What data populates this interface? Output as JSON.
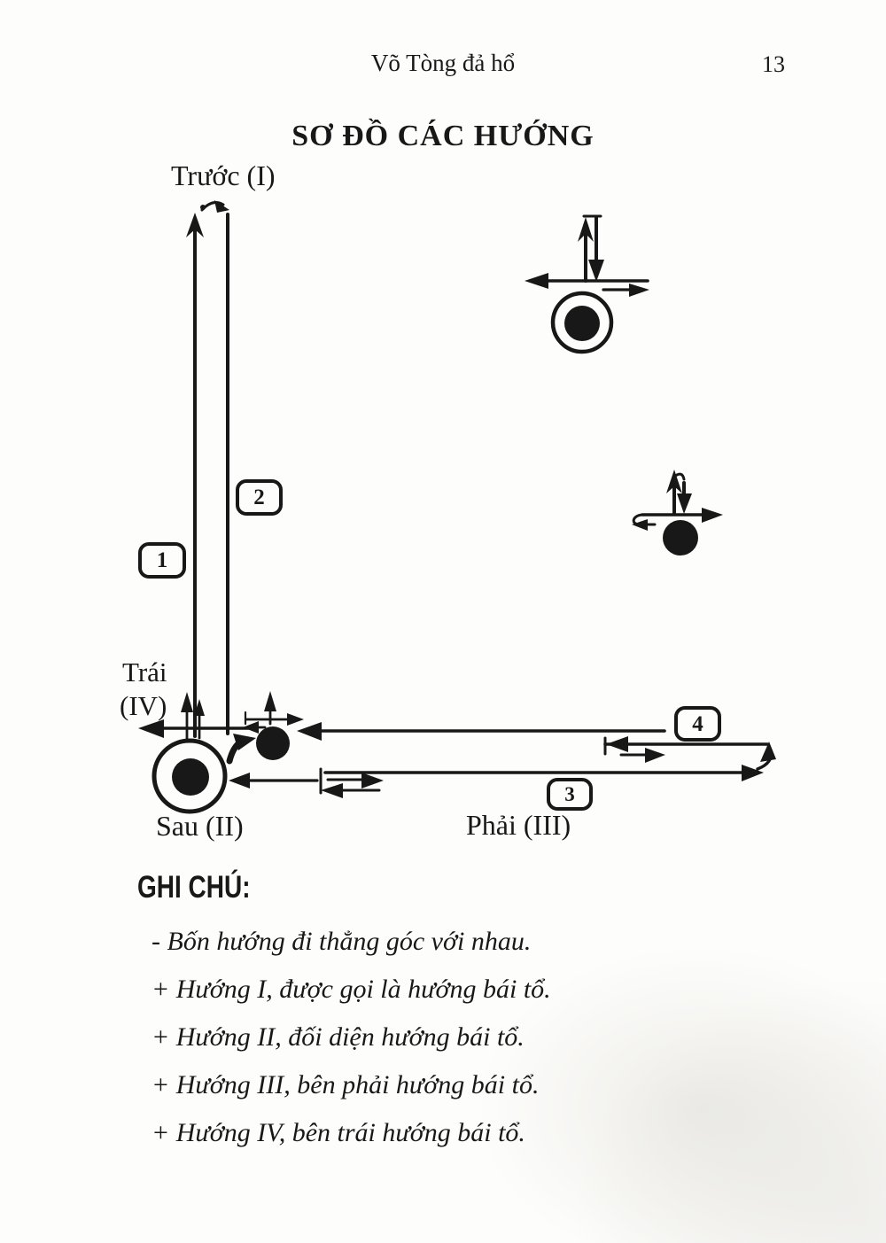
{
  "header": {
    "book_title": "Võ Tòng đả hổ",
    "page_number": "13"
  },
  "title": "SƠ ĐỒ CÁC HƯỚNG",
  "diagram": {
    "labels": {
      "front": "Trước (I)",
      "left_1": "Trái",
      "left_2": "(IV)",
      "back": "Sau (II)",
      "right": "Phải (III)"
    },
    "badges": [
      {
        "label": "1"
      },
      {
        "label": "2"
      },
      {
        "label": "3"
      },
      {
        "label": "4"
      }
    ]
  },
  "notes": {
    "heading": "GHI CHÚ:",
    "items": [
      "- Bốn hướng đi thẳng góc với nhau.",
      "+ Hướng I, được gọi là hướng bái tổ.",
      "+ Hướng II, đối diện hướng bái tổ.",
      "+ Hướng III, bên phải hướng bái tổ.",
      "+ Hướng IV, bên trái hướng bái tổ."
    ]
  },
  "colors": {
    "ink": "#181818",
    "paper": "#fdfdfb"
  }
}
